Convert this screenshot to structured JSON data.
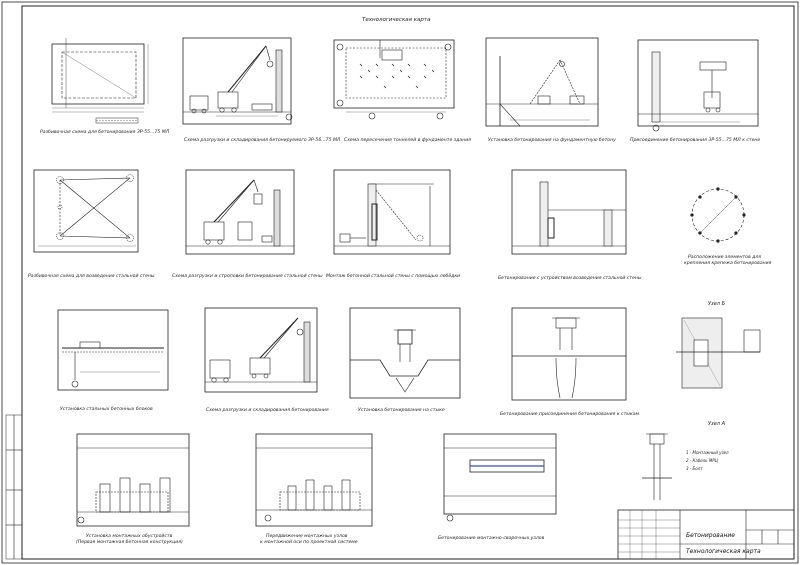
{
  "sheet_title": "Технологическая карта",
  "captions": {
    "p1": "Разбивочная схема для бетонирования ЗР-55...75 МЛ",
    "p2": "Схема разгрузки и складирования бетонируемого ЗР-56...75 МЛ",
    "p3": "Схема пересечения тоннелей в фундаменте здания",
    "p4": "Установка бетонирования на фундаментную бетону",
    "p5": "Присоединение бетонирования ЗР-55...75 МЛ к стене",
    "p6": "Разбивочная схема для возведения стальной стены",
    "p7": "Схема разгрузки и строповки бетонирования стальной стены",
    "p8": "Монтаж бетонной стальной стены с помощью лебёдки",
    "p9": "Бетонирование с устройством возведения стальной стены",
    "p10a": "Расположение элементов для",
    "p10b": "крепления крепежа бетонирования",
    "p11": "Установка стальных бетонных блоков",
    "p12": "Схема разгрузки и складирования бетонирования",
    "p13": "Установка бетонирования на стыке",
    "p14": "Бетонирование присоединения бетонирования к стыкам",
    "p15a": "Установка монтажных обустройств",
    "p15b": "(Первая монтажная бетонная конструкция)",
    "p16a": "Передвижение монтажных узлов",
    "p16b": "к монтажной оси по проектной системе",
    "p17": "Бетонирование монтажно-сварочных узлов",
    "node_b": "Узел Б",
    "node_a": "Узел А"
  },
  "legend": [
    "1 - Монтажный узел",
    "2 - Кабель МРЦ",
    "3 - Болт"
  ],
  "title_block": {
    "line1": "Бетонирование",
    "line2": "Технологическая карта"
  }
}
